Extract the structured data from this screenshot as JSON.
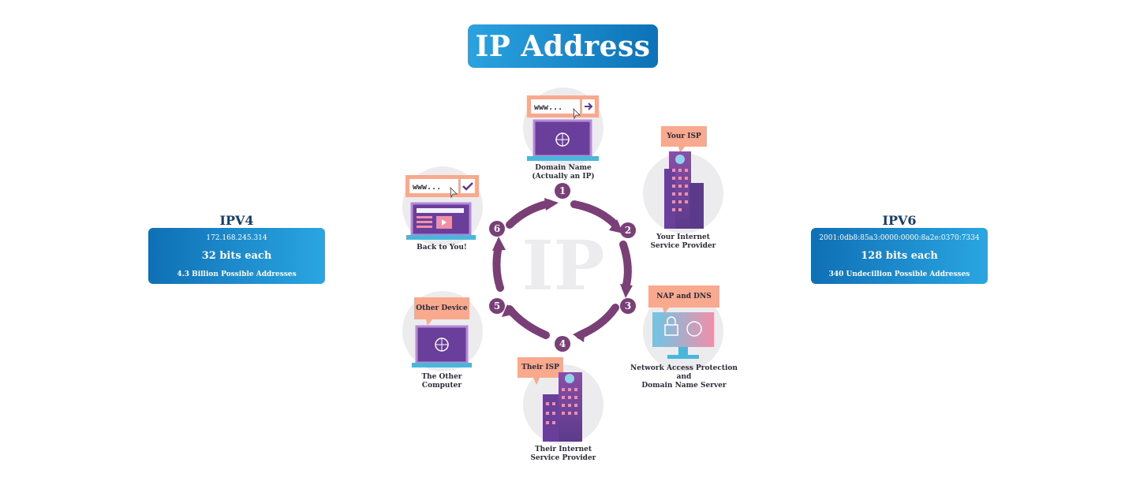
{
  "title": "IP Address",
  "center_watermark": "IP",
  "ipv4": {
    "heading": "IPV4",
    "address": "172.168.245.314",
    "bits": "32 bits each",
    "possible": "4.3 Billion Possible Addresses"
  },
  "ipv6": {
    "heading": "IPV6",
    "address": "2001:0db8:85a3:0000:0000:8a2e:0370:7334",
    "bits": "128 bits each",
    "possible": "340 Undecillion Possible Addresses"
  },
  "browser_text": "www...",
  "steps": [
    {
      "number": "1",
      "caption_lines": [
        "Domain Name",
        "(Actually an IP)"
      ]
    },
    {
      "number": "2",
      "tag": "Your ISP",
      "caption_lines": [
        "Your Internet",
        "Service Provider"
      ]
    },
    {
      "number": "3",
      "tag": "NAP and DNS",
      "caption_lines": [
        "Network Access Protection",
        "and",
        "Domain Name Server"
      ]
    },
    {
      "number": "4",
      "tag": "Their ISP",
      "caption_lines": [
        "Their Internet",
        "Service Provider"
      ]
    },
    {
      "number": "5",
      "tag": "Other Device",
      "caption_lines": [
        "The Other",
        "Computer"
      ]
    },
    {
      "number": "6",
      "caption_lines": [
        "Back to You!"
      ]
    }
  ],
  "colors": {
    "arrow": "#7b3f78",
    "accent_blue": "#1a8fd6",
    "tag_salmon": "#f8a98e",
    "laptop_purple": "#6a3f9c",
    "icon_bg_gray": "#ececee"
  }
}
